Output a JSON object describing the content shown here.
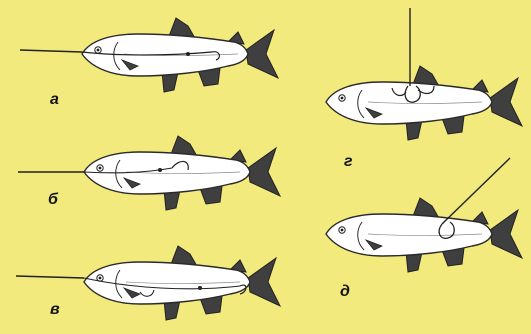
{
  "labels": {
    "a": "а",
    "b": "б",
    "v": "в",
    "g": "г",
    "d": "д"
  },
  "colors": {
    "background": "#f2ea7c",
    "fish_body": "#ffffff",
    "outline": "#2a2a2a",
    "fins": "#3f3f3f"
  }
}
